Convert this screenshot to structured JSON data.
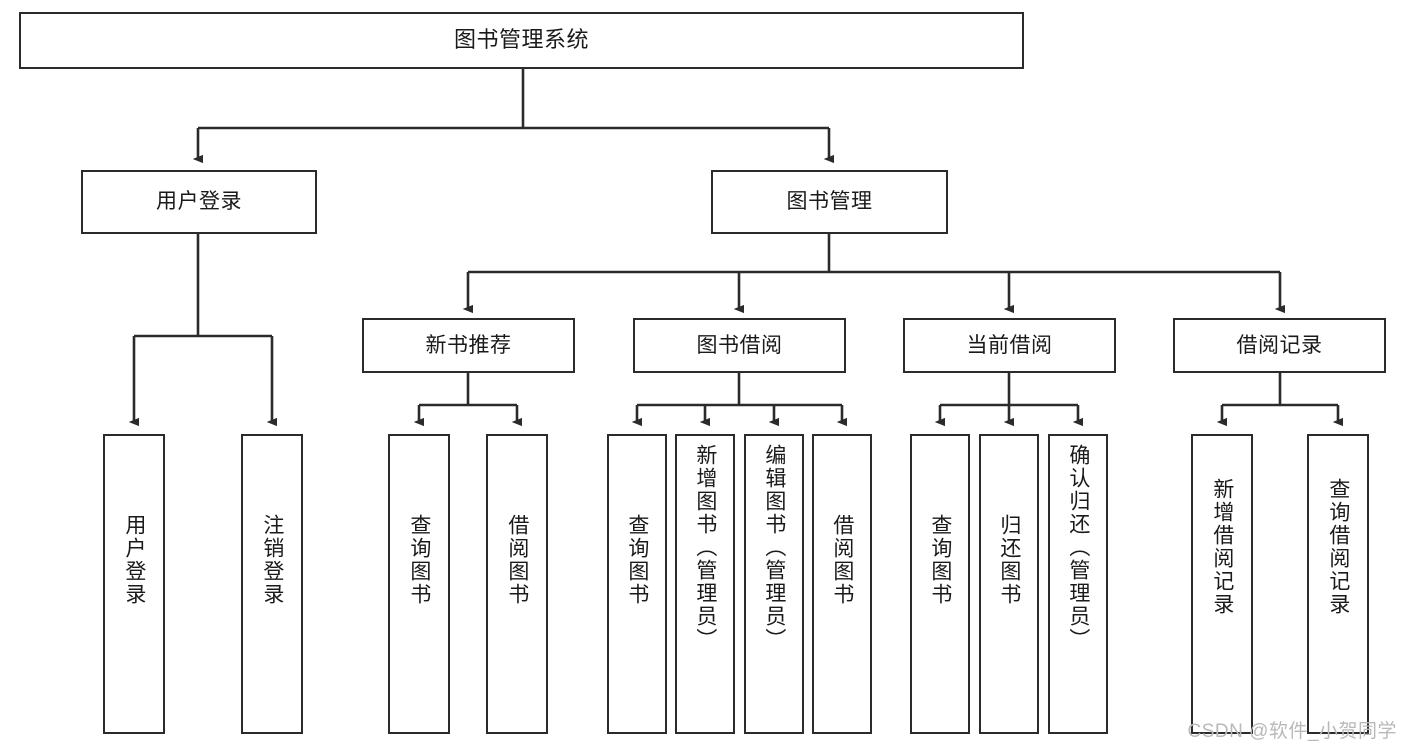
{
  "diagram": {
    "title": "图书管理系统",
    "type": "tree-hierarchy",
    "watermark": "CSDN @软件_小贺同学",
    "line_color": "#2b2b2b",
    "box_fill": "#ffffff",
    "text_color": "#1a1a1a",
    "watermark_color": "#b9b9b9"
  },
  "nodes": {
    "root": {
      "label": "图书管理系统"
    },
    "level2": [
      {
        "label": "用户登录"
      },
      {
        "label": "图书管理"
      }
    ],
    "level3": [
      {
        "label": "新书推荐"
      },
      {
        "label": "图书借阅"
      },
      {
        "label": "当前借阅"
      },
      {
        "label": "借阅记录"
      }
    ],
    "leaves": {
      "user_login": [
        {
          "label": "用户登录"
        },
        {
          "label": "注销登录"
        }
      ],
      "new_book": [
        {
          "label": "查询图书"
        },
        {
          "label": "借阅图书"
        }
      ],
      "book_borrow": [
        {
          "label": "查询图书"
        },
        {
          "label": "新增图书（管理员）"
        },
        {
          "label": "编辑图书（管理员）"
        },
        {
          "label": "借阅图书"
        }
      ],
      "current_borrow": [
        {
          "label": "查询图书"
        },
        {
          "label": "归还图书"
        },
        {
          "label": "确认归还（管理员）"
        }
      ],
      "borrow_record": [
        {
          "label": "新增借阅记录"
        },
        {
          "label": "查询借阅记录"
        }
      ]
    }
  }
}
